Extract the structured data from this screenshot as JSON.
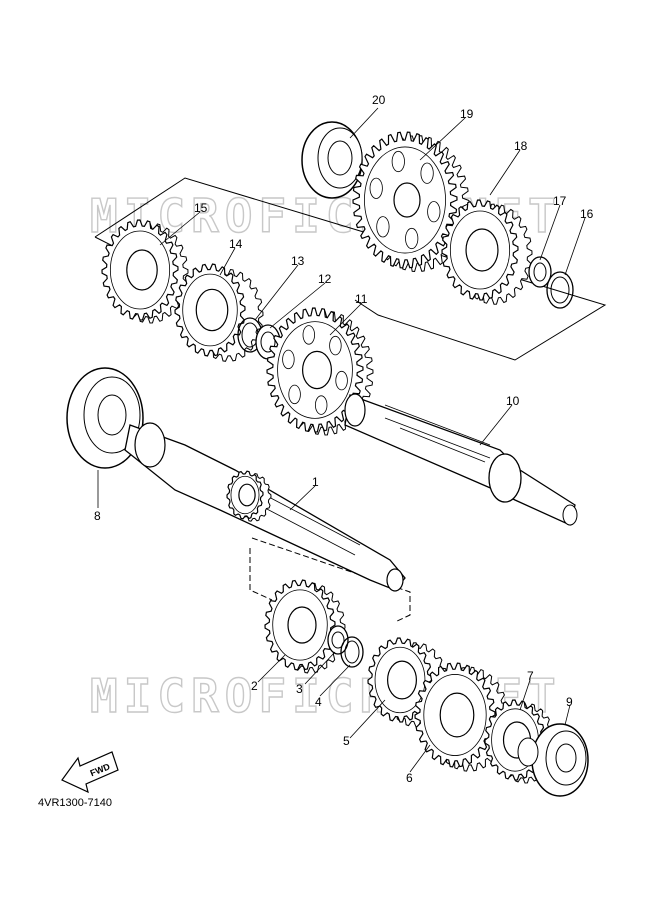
{
  "watermark": {
    "text": "MICROFICHE.NET"
  },
  "diagram_code": "4VR1300-7140",
  "fwd_label": "FWD",
  "parts": [
    {
      "id": "p1",
      "label": "1"
    },
    {
      "id": "p2",
      "label": "2"
    },
    {
      "id": "p3",
      "label": "3"
    },
    {
      "id": "p4",
      "label": "4"
    },
    {
      "id": "p5",
      "label": "5"
    },
    {
      "id": "p6",
      "label": "6"
    },
    {
      "id": "p7",
      "label": "7"
    },
    {
      "id": "p8",
      "label": "8"
    },
    {
      "id": "p9",
      "label": "9"
    },
    {
      "id": "p10",
      "label": "10"
    },
    {
      "id": "p11",
      "label": "11"
    },
    {
      "id": "p12",
      "label": "12"
    },
    {
      "id": "p13",
      "label": "13"
    },
    {
      "id": "p14",
      "label": "14"
    },
    {
      "id": "p15",
      "label": "15"
    },
    {
      "id": "p16",
      "label": "16"
    },
    {
      "id": "p17",
      "label": "17"
    },
    {
      "id": "p18",
      "label": "18"
    },
    {
      "id": "p19",
      "label": "19"
    },
    {
      "id": "p20",
      "label": "20"
    }
  ]
}
